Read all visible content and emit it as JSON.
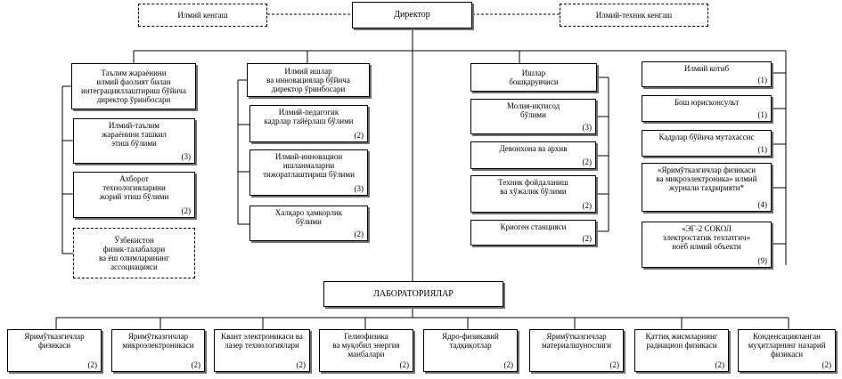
{
  "top": {
    "director": "Директор",
    "council": "Илмий кенгаш",
    "tech_council": "Илмий-техник кенгаш"
  },
  "col1": {
    "head": "Таълим жараёнини\nилмий фаолият билан\nинтеграцияллаштириш бўйича\nдиректор ўринбосари",
    "items": [
      {
        "text": "Илмий-таълим\nжараёнини ташкил\nэтиш бўлими",
        "num": "(3)"
      },
      {
        "text": "Ахборот\nтехнологияларини\nжорий этиш бўлими",
        "num": "(2)"
      },
      {
        "text": "Ўзбекистон\nфизик-талабалари\nва ёш олимларининг\nассоциацияси",
        "num": ""
      }
    ]
  },
  "col2": {
    "head": "Илмий ишлар\nва инновациялар бўйича\nдиректор ўринбосари",
    "items": [
      {
        "text": "Илмий-педагогик\nкадрлар тайёрлаш бўлими",
        "num": "(2)"
      },
      {
        "text": "Илмий-инновацион\nишланмаларни\nтижоратлаштириш бўлими",
        "num": "(3)"
      },
      {
        "text": "Халқаро ҳамкорлик\nбўлими",
        "num": "(2)"
      }
    ]
  },
  "col3": {
    "head": "Ишлар\nбошқарувчиси",
    "items": [
      {
        "text": "Молия-иқтисод\nбўлими",
        "num": "(3)"
      },
      {
        "text": "Девонхона ва архив",
        "num": "(2)"
      },
      {
        "text": "Техник фойдаланиш\nва хўжалик бўлими",
        "num": "(2)"
      },
      {
        "text": "Криоген станцияси",
        "num": "(2)"
      }
    ]
  },
  "col4": {
    "items": [
      {
        "text": "Илмий котиб",
        "num": "(1)"
      },
      {
        "text": "Бош юрисконсульт",
        "num": "(1)"
      },
      {
        "text": "Кадрлар бўйича мутахассис",
        "num": "(1)"
      },
      {
        "text": "«Яримўтказгичлар физикаси\nва микроэлектроника» илмий\nжурнали таҳририяти*",
        "num": "(4)"
      },
      {
        "text": "«ЭГ-2 СОКОЛ\nэлектростатик тезлатгич»\nноёб илмий объекти",
        "num": "(9)"
      }
    ]
  },
  "labs": {
    "title": "ЛАБОРАТОРИЯЛАР",
    "items": [
      {
        "text": "Яримўтказгичлар\nфизикаси",
        "num": "(2)"
      },
      {
        "text": "Яримўтказгичлар\nмикроэлектроникаси",
        "num": "(2)"
      },
      {
        "text": "Квант электроникаси ва\nлазер технологиялари",
        "num": "(2)"
      },
      {
        "text": "Гелиофизика\nва муқобил энергия\nманбалари",
        "num": "(2)"
      },
      {
        "text": "Ядро-физикавий\nтадқиқотлар",
        "num": "(2)"
      },
      {
        "text": "Яримўтказгичлар\nматериалшунослиги",
        "num": "(2)"
      },
      {
        "text": "Қаттиқ жисмларнинг\nрадиацион физикаси",
        "num": "(2)"
      },
      {
        "text": "Конденсацияланган\nмуҳитларнинг назарий\nфизикаси",
        "num": "(2)"
      }
    ]
  }
}
